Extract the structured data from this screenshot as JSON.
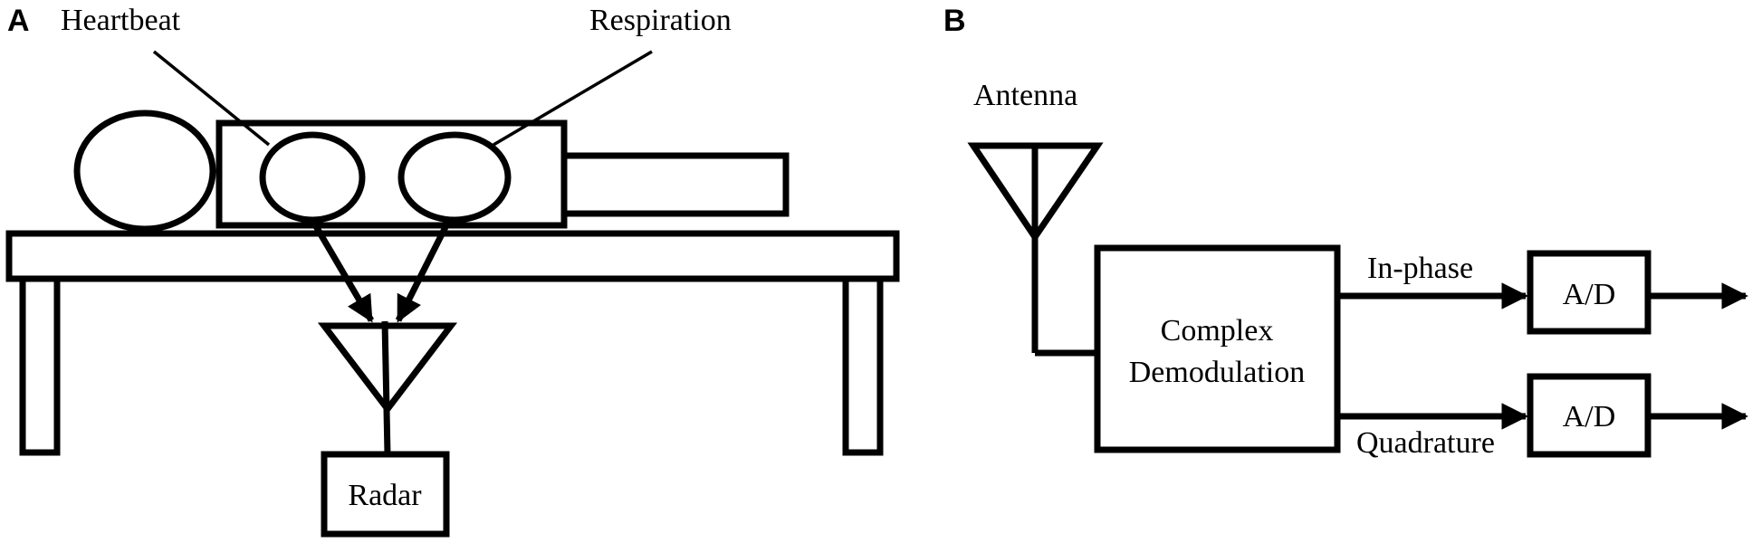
{
  "panels": {
    "a": {
      "letter": "A",
      "labels": {
        "heartbeat": "Heartbeat",
        "respiration": "Respiration",
        "radar": "Radar"
      }
    },
    "b": {
      "letter": "B",
      "labels": {
        "antenna": "Antenna",
        "demod_line1": "Complex",
        "demod_line2": "Demodulation",
        "in_phase": "In-phase",
        "quadrature": "Quadrature",
        "ad_top": "A/D",
        "ad_bottom": "A/D"
      }
    }
  }
}
